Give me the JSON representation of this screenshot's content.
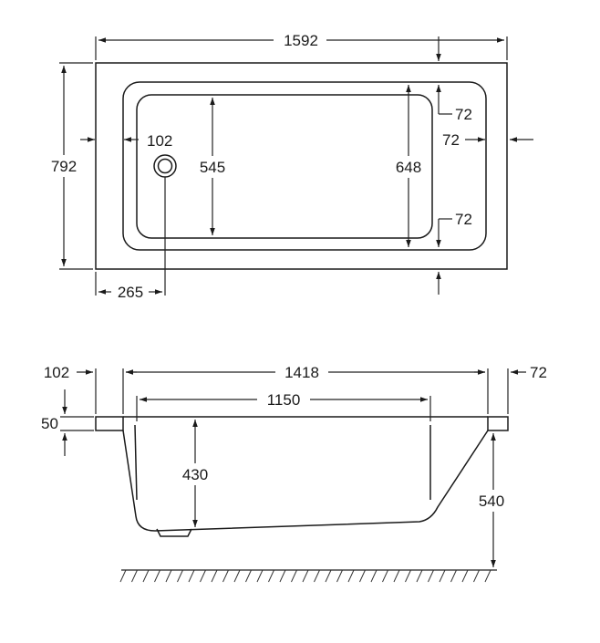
{
  "top_view": {
    "overall_length": "1592",
    "overall_width": "792",
    "inner_width": "545",
    "rim_width": "648",
    "waste_offset": "265",
    "waste_rim": "102",
    "rim_top": "72",
    "rim_side": "72",
    "rim_bottom": "72"
  },
  "side_view": {
    "left_rim": "102",
    "top_length": "1418",
    "right_rim": "72",
    "bottom_length": "1150",
    "rim_thickness": "50",
    "depth": "430",
    "height": "540"
  },
  "colors": {
    "line": "#1a1a1a",
    "background": "#ffffff"
  }
}
